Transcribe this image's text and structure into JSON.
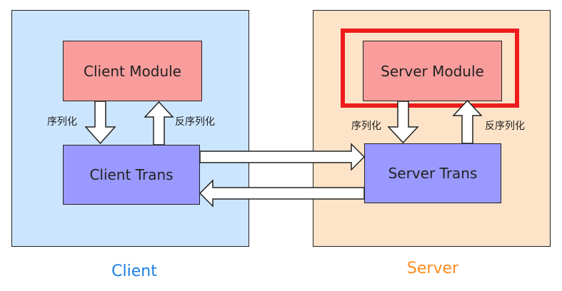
{
  "client": {
    "caption": "Client",
    "module_label": "Client Module",
    "trans_label": "Client Trans",
    "serialize_label": "序列化",
    "deserialize_label": "反序列化"
  },
  "server": {
    "caption": "Server",
    "module_label": "Server Module",
    "trans_label": "Server Trans",
    "serialize_label": "序列化",
    "deserialize_label": "反序列化"
  },
  "colors": {
    "client_panel": "#cce5ff",
    "server_panel": "#fde3c8",
    "module_fill": "#f89c9c",
    "trans_fill": "#9999ff",
    "highlight": "#ee1c1c",
    "client_caption": "#1a7ee6",
    "server_caption": "#ff8a1f"
  }
}
